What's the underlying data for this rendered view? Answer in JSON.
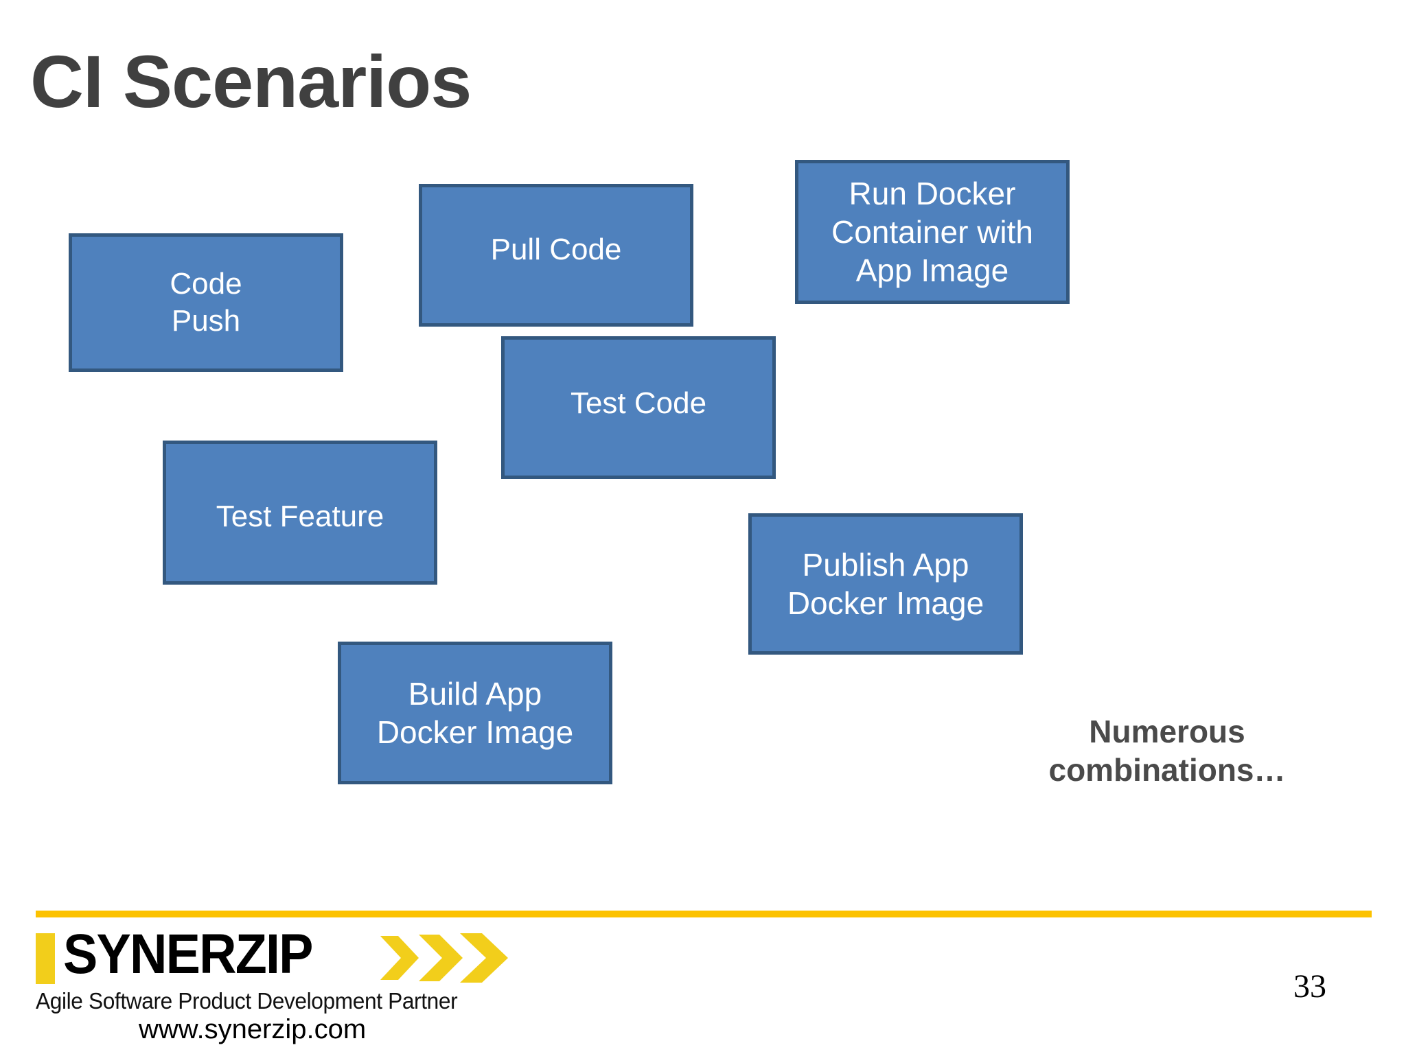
{
  "slide": {
    "title": "CI Scenarios",
    "page_number": "33",
    "accent_color": "#FCC200",
    "box_fill_color": "#4F81BD",
    "box_border_color": "#33587F",
    "title_color": "#404040"
  },
  "boxes": [
    {
      "id": "code-push",
      "label": "Code\nPush"
    },
    {
      "id": "pull-code",
      "label": "Pull Code"
    },
    {
      "id": "run-docker",
      "label": "Run Docker\nContainer with\nApp Image"
    },
    {
      "id": "test-code",
      "label": "Test Code"
    },
    {
      "id": "test-feature",
      "label": "Test Feature"
    },
    {
      "id": "publish-app",
      "label": "Publish App\nDocker Image"
    },
    {
      "id": "build-app",
      "label": "Build App\nDocker Image"
    }
  ],
  "note": {
    "text": "Numerous\ncombinations…"
  },
  "footer": {
    "logo_wordmark": "SYNERZIP",
    "logo_tagline": "Agile Software Product Development Partner",
    "website": "www.synerzip.com",
    "chevron_color": "#F2CE1B"
  }
}
